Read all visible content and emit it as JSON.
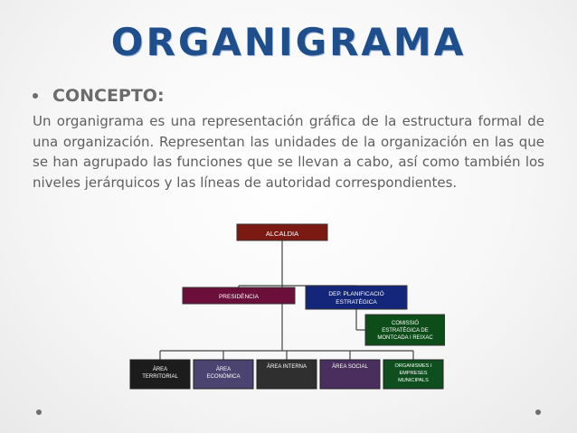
{
  "slide": {
    "title": "ORGANIGRAMA",
    "bullet": "CONCEPTO:",
    "paragraph": "Un organigrama es una representación gráfica de la estructura formal de una organización. Representan  las unidades de la organización en las que se han agrupado las funciones que se llevan a cabo, así como también los niveles jerárquicos y las líneas de autoridad correspondientes."
  },
  "org_chart": {
    "top": [
      "ALCALDIA"
    ],
    "level2_left": [
      "PRESIDÈNCIA"
    ],
    "level2_right": [
      "DEP. PLANIFICACIÓ",
      "ESTRATÈGICA"
    ],
    "level3": [
      "COMISSIÓ",
      "ESTRATÈGICA DE",
      "MONTCADA I REIXAC"
    ],
    "bottom": [
      {
        "lines": [
          "ÀREA",
          "TERRITORIAL"
        ],
        "color": "#1c1c1c"
      },
      {
        "lines": [
          "ÀREA",
          "ECONÒMICA"
        ],
        "color": "#4b4470"
      },
      {
        "lines": [
          "ÀREA INTERNA"
        ],
        "color": "#2f2f2f"
      },
      {
        "lines": [
          "ÀREA SOCIAL"
        ],
        "color": "#4a2f5e"
      },
      {
        "lines": [
          "ORGANISMES I",
          "EMPRESES",
          "MUNICIPALS"
        ],
        "color": "#0f4f1f"
      }
    ],
    "colors": {
      "alcaldia": "#7a1a12",
      "presidencia": "#6b0f3a",
      "planificacio": "#14267a",
      "comissio": "#0d4d1a"
    }
  }
}
